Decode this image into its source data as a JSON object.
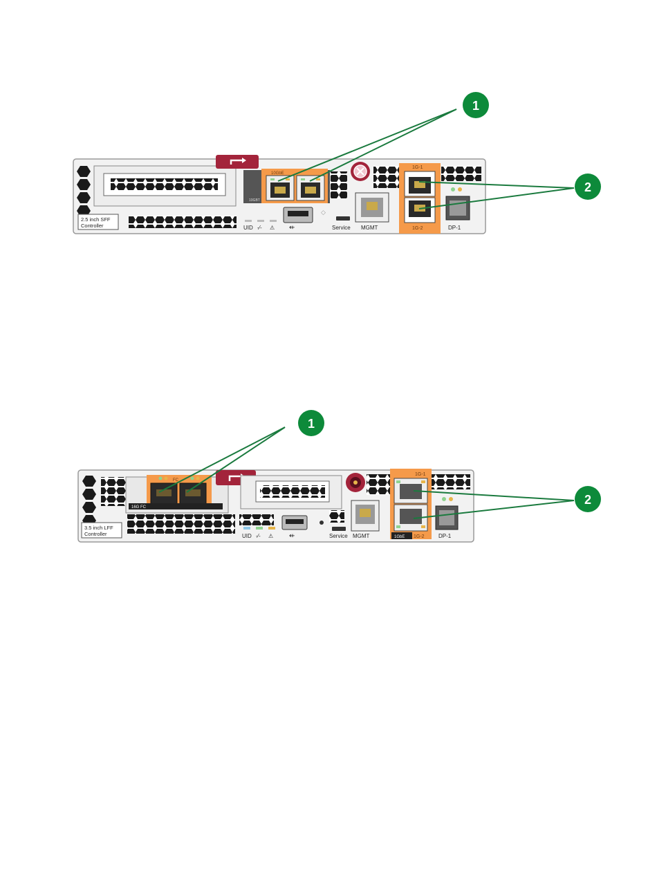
{
  "figures": [
    {
      "controller_label_line1": "2.5 inch SFF",
      "controller_label_line2": "Controller",
      "host_port_label": "10GbE",
      "host_port_caption": "10GBT",
      "port_label_top": "1G-1",
      "port_label_bottom": "1G-2",
      "led_labels": [
        "UID",
        "",
        ""
      ],
      "usb_label": "",
      "service_label": "Service",
      "mgmt_label": "MGMT",
      "dp_label": "DP-1",
      "callouts": [
        "1",
        "2"
      ]
    },
    {
      "controller_label_line1": "3.5 inch LFF",
      "controller_label_line2": "Controller",
      "host_port_label": "FC",
      "host_port_caption": "16G FC",
      "port_label_top": "1G-1",
      "port_label_bottom": "1G-2",
      "iscsi_label": "1GbE",
      "led_labels": [
        "UID",
        "",
        ""
      ],
      "usb_label": "",
      "service_label": "Service",
      "mgmt_label": "MGMT",
      "dp_label": "DP-1",
      "callouts": [
        "1",
        "2"
      ]
    }
  ],
  "colors": {
    "callout_green": "#0d8a3a",
    "leader_green": "#1a7a3e",
    "port_orange": "#f59a4a",
    "handle_red": "#a3243b",
    "chassis": "#f2f2f2"
  }
}
